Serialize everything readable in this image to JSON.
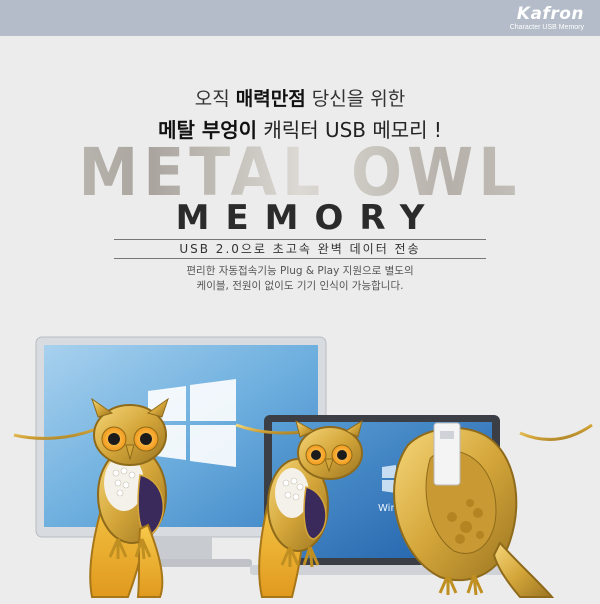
{
  "header": {
    "brand": "Kafron",
    "brand_sub": "Character USB Memory"
  },
  "headline": {
    "line1_pre": "오직 ",
    "line1_bold": "매력만점",
    "line1_post": " 당신을 위한",
    "line2_bold": "메탈 부엉이",
    "line2_post": " 캐릭터 USB 메모리 !"
  },
  "title": {
    "main": "METAL OWL",
    "sub": "MEMORY"
  },
  "tagline": "USB 2.0으로 초고속 완벽 데이터 전송",
  "description": {
    "line1": "편리한 자동접속기능 Plug & Play 지원으로 별도의",
    "line2": "케이블, 전원이 없이도 기기 인식이 가능합니다."
  },
  "product": {
    "laptop_screen_text": "Windows"
  },
  "colors": {
    "topbar": "#b3bcc8",
    "background": "#ececec",
    "gold": "#d4a63a",
    "purple": "#3a2a5c",
    "orange": "#f0b838",
    "screen_blue": "#5fa3d8"
  }
}
